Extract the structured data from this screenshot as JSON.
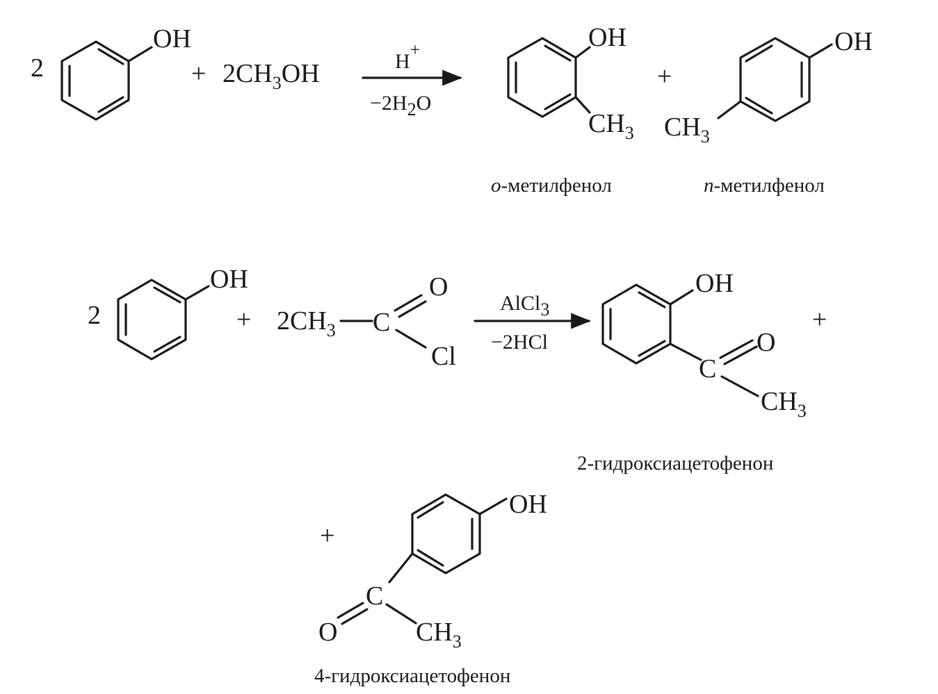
{
  "reaction1": {
    "coef_phenol": "2",
    "plus1": "+",
    "methanol": {
      "coef": "2",
      "a": "CH",
      "s": "3",
      "b": "OH"
    },
    "catalyst": {
      "main": "H",
      "sup": "+"
    },
    "byproduct": {
      "a": "−2H",
      "s": "2",
      "b": "O"
    },
    "plus2": "+",
    "product_ortho_name": {
      "prefix": "o",
      "rest": "-метилфенол"
    },
    "product_para_name": {
      "prefix": "n",
      "rest": "-метилфенол"
    }
  },
  "reaction2": {
    "coef_phenol": "2",
    "plus1": "+",
    "acyl_chloride": {
      "coef": "2",
      "a": "CH",
      "s": "3",
      "c": "C",
      "o": "O",
      "cl": "Cl"
    },
    "catalyst": {
      "a": "AlCl",
      "s": "3"
    },
    "byproduct": "−2HCl",
    "plus2": "+",
    "plus3": "+",
    "product_ortho_name": "2-гидроксиацетофенон",
    "product_para_name": "4-гидроксиацетофенон"
  },
  "atoms": {
    "oh": "OH",
    "ch": "CH",
    "three": "3",
    "c": "C",
    "o": "O"
  }
}
